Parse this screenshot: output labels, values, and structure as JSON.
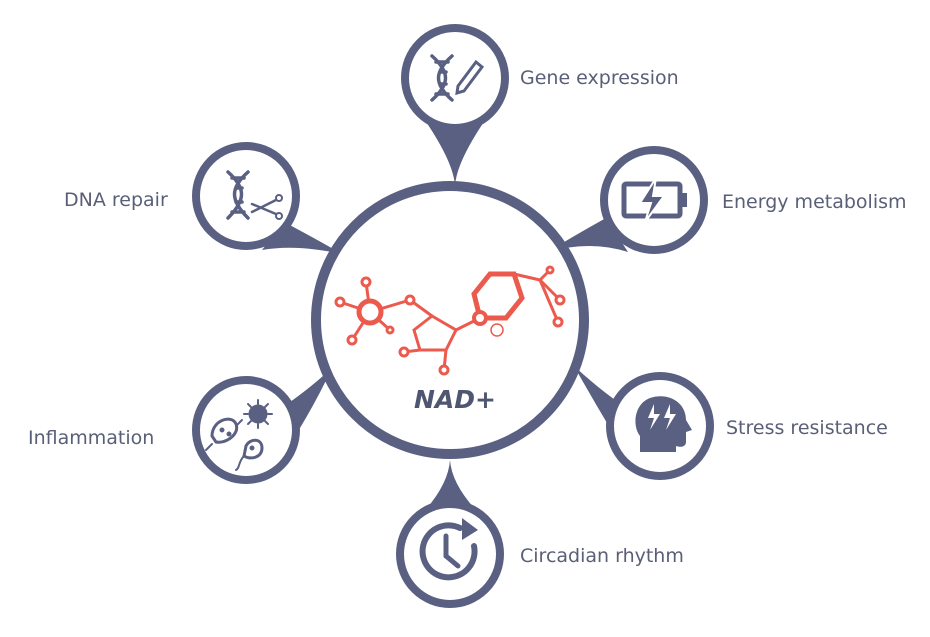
{
  "center": {
    "label": "NAD+"
  },
  "nodes": {
    "gene_expression": {
      "label": "Gene expression",
      "icon": "dna-pencil-icon"
    },
    "energy_metabolism": {
      "label": "Energy metabolism",
      "icon": "battery-bolt-icon"
    },
    "dna_repair": {
      "label": "DNA repair",
      "icon": "dna-scissors-icon"
    },
    "inflammation": {
      "label": "Inflammation",
      "icon": "microbes-icon"
    },
    "stress_resistance": {
      "label": "Stress resistance",
      "icon": "head-lightning-icon"
    },
    "circadian_rhythm": {
      "label": "Circadian rhythm",
      "icon": "clock-cycle-icon"
    }
  },
  "colors": {
    "outline": "#5a6082",
    "molecule": "#ec5a4e",
    "text": "#5a5f78"
  }
}
